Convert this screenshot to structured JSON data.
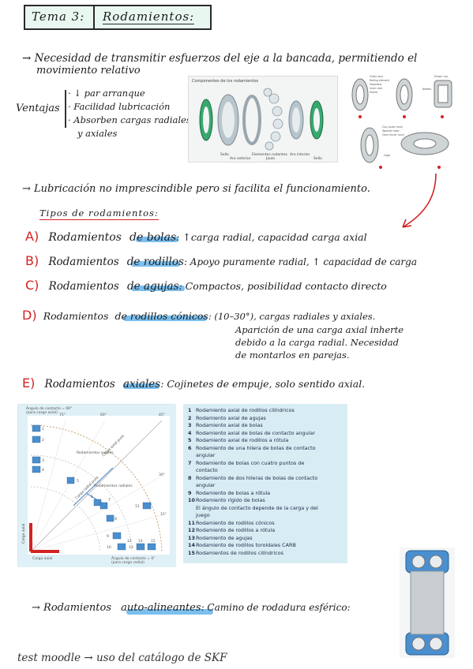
{
  "title": {
    "label": "Tema 3:",
    "text": "Rodamientos:"
  },
  "intro": {
    "line1": "→ Necesidad de transmitir esfuerzos del eje a la bancada, permitiendo el",
    "line2": "movimiento relativo"
  },
  "ventajas": {
    "label": "Ventajas",
    "items": [
      "· ↓ par arranque",
      "· Facilidad lubricación",
      "· Absorben cargas radiales",
      "y axiales"
    ]
  },
  "lubricacion": "→ Lubricación no imprescindible pero si facilita el funcionamiento.",
  "tipos_heading": "Tipos de rodamientos:",
  "tipos": [
    {
      "letter": "A)",
      "prefix": "Rodamientos",
      "name": "de bolas",
      "desc": ": ↑carga radial, capacidad carga axial"
    },
    {
      "letter": "B)",
      "prefix": "Rodamientos",
      "name": "de rodillos",
      "desc": ": Apoyo puramente radial, ↑ capacidad de carga"
    },
    {
      "letter": "C)",
      "prefix": "Rodamientos",
      "name": "de agujas",
      "desc": ": Compactos, posibilidad contacto directo"
    },
    {
      "letter": "D)",
      "prefix": "Rodamientos",
      "name": "de rodillos cónicos",
      "desc": ": (10–30°), cargas radiales y axiales."
    },
    {
      "letter": "E)",
      "prefix": "Rodamientos",
      "name": "axiales",
      "desc": ": Cojinetes de empuje, solo sentido axial."
    }
  ],
  "tipo_d_extra": [
    "Aparición de una carga axial inherte",
    "debido a la carga radial. Necesidad",
    "de montarlos en parejas."
  ],
  "components_figure": {
    "title": "Componentes de los rodamientos",
    "captions": [
      "Sello",
      "Aro exterior",
      "Elementos rodantes",
      "Jaula",
      "Aro interior",
      "Sello"
    ]
  },
  "bearing_figure_labels": [
    "Outer race",
    "Rolling element",
    "Separator",
    "Inner race",
    "Shield",
    "Drawn cup",
    "Needle",
    "Cup (outer race)",
    "Tapered roller",
    "Cone (inner race)",
    "Cage"
  ],
  "chart": {
    "top_label": "Ángulo de contacto = 90°",
    "top_label2": "(para carga axial)",
    "bottom_label": "Ángulo de contacto = 0°",
    "bottom_label2": "(para carga radial)",
    "axis_y": "Carga axial",
    "axis_x": "Carga axial",
    "angles": [
      "75°",
      "60°",
      "45°",
      "30°",
      "15°"
    ],
    "regions": [
      "Rodamientos axiales",
      "Rodamientos radiales",
      "Carga axial pura",
      "Carga radial pura"
    ],
    "numbers": [
      "1",
      "2",
      "3",
      "4",
      "5",
      "6",
      "7",
      "8",
      "9",
      "10",
      "11",
      "12",
      "13",
      "14",
      "15"
    ]
  },
  "legend": [
    {
      "n": "1",
      "text": "Rodamiento axial de rodillos cilíndricos"
    },
    {
      "n": "2",
      "text": "Rodamiento axial de agujas"
    },
    {
      "n": "3",
      "text": "Rodamiento axial de bolas"
    },
    {
      "n": "4",
      "text": "Rodamiento axial de bolas de contacto angular"
    },
    {
      "n": "5",
      "text": "Rodamiento axial de rodillos a rótula"
    },
    {
      "n": "6",
      "text": "Rodamiento de una hilera de bolas de contacto"
    },
    {
      "n": "",
      "text": "angular"
    },
    {
      "n": "7",
      "text": "Rodamiento de bolas con cuatro puntos de"
    },
    {
      "n": "",
      "text": "contacto"
    },
    {
      "n": "8",
      "text": "Rodamiento de dos hileras de bolas de contacto"
    },
    {
      "n": "",
      "text": "angular"
    },
    {
      "n": "9",
      "text": "Rodamiento de bolas a rótula"
    },
    {
      "n": "10",
      "text": "Rodamiento rígido de bolas"
    },
    {
      "n": "",
      "text": "El ángulo de contacto depende de la carga y del"
    },
    {
      "n": "",
      "text": "juego"
    },
    {
      "n": "11",
      "text": "Rodamiento de rodillos cónicos"
    },
    {
      "n": "12",
      "text": "Rodamiento de rodillos a rótula"
    },
    {
      "n": "13",
      "text": "Rodamiento de agujas"
    },
    {
      "n": "14",
      "text": "Rodamiento de rodillos toroidales CARB"
    },
    {
      "n": "15",
      "text": "Rodamientos de rodillos cilíndricos"
    }
  ],
  "autoalineantes": {
    "prefix": "→ Rodamientos",
    "name": "auto-alineantes",
    "desc": ": Camino de rodadura esférico:"
  },
  "footer": "test moodle → uso del catálogo de SKF",
  "colors": {
    "accent_red": "#d32222",
    "highlight_blue": "#4fa9e8",
    "title_bg": "#e9f7f1",
    "legend_bg": "#d8ecf4"
  }
}
